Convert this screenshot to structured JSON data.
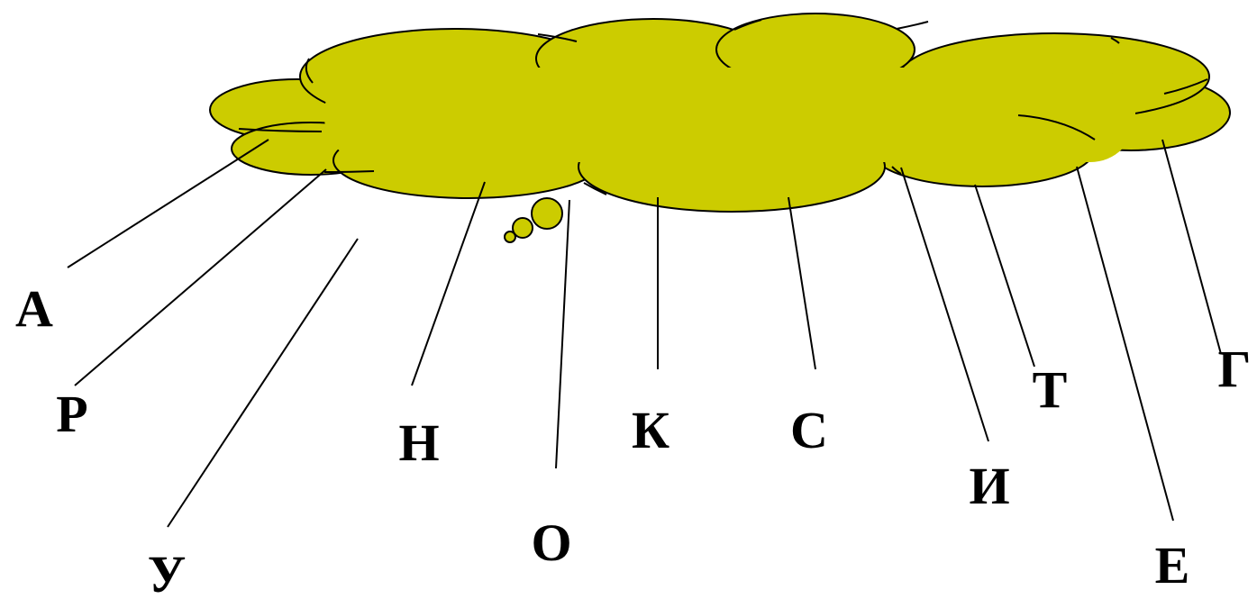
{
  "diagram": {
    "cloud_color": "#cccc00",
    "outline_color": "#000000",
    "labels": [
      {
        "id": "a",
        "text": "А"
      },
      {
        "id": "r",
        "text": "Р"
      },
      {
        "id": "u",
        "text": "У"
      },
      {
        "id": "n",
        "text": "Н"
      },
      {
        "id": "o",
        "text": "О"
      },
      {
        "id": "k",
        "text": "К"
      },
      {
        "id": "s",
        "text": "С"
      },
      {
        "id": "i",
        "text": "И"
      },
      {
        "id": "t",
        "text": "Т"
      },
      {
        "id": "e",
        "text": "Е"
      },
      {
        "id": "g",
        "text": "Г"
      }
    ]
  }
}
